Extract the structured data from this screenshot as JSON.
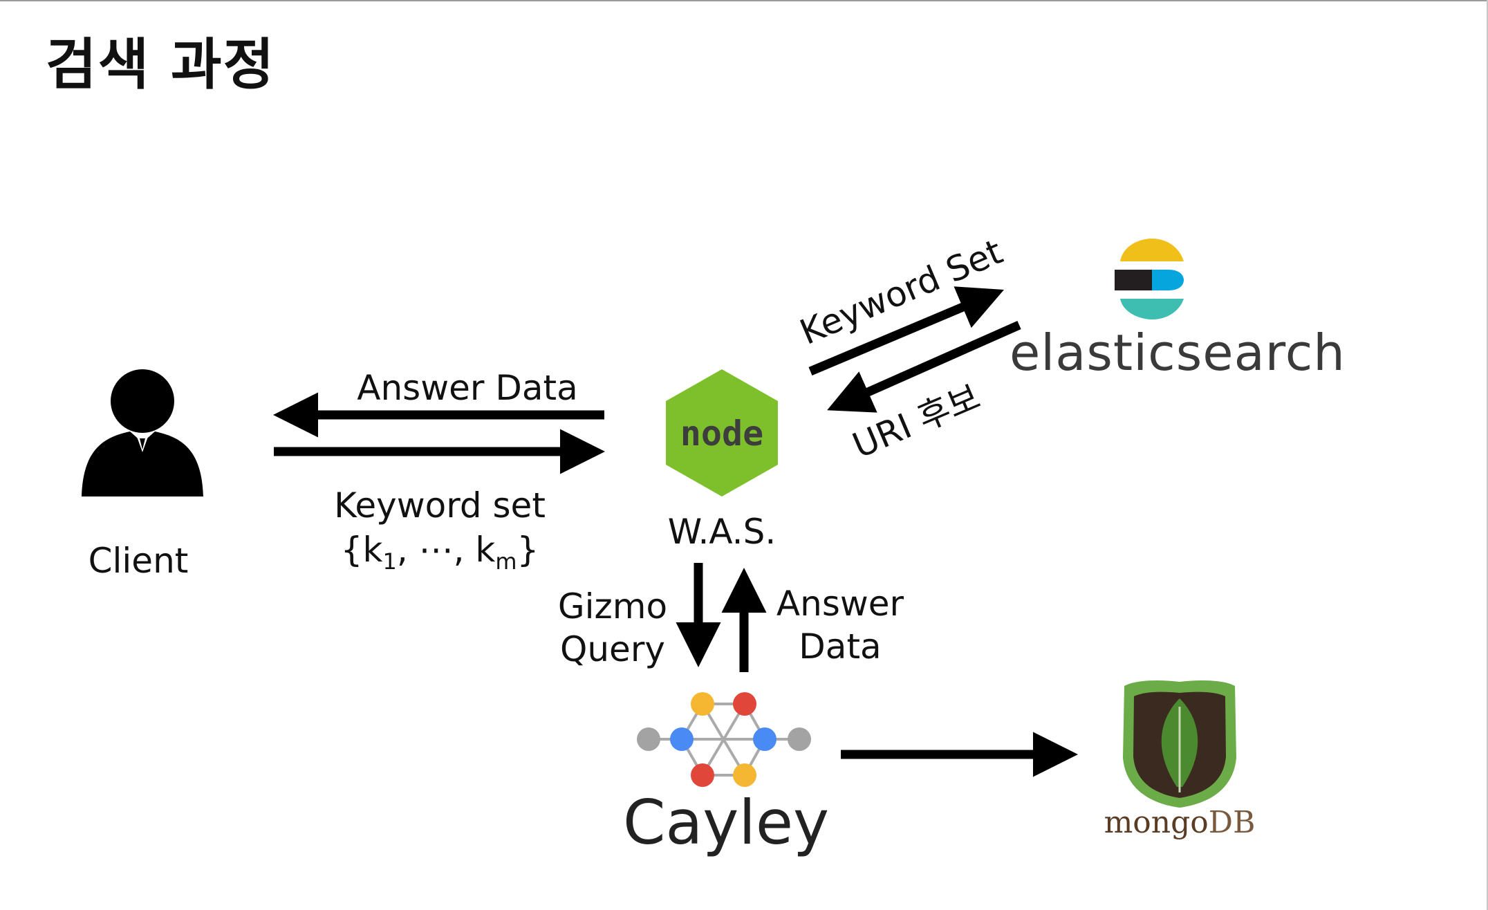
{
  "title": "검색 과정",
  "nodes": {
    "client": {
      "label": "Client",
      "icon": "person-icon"
    },
    "was": {
      "label": "W.A.S.",
      "logo_text": "node",
      "logo_color": "#7dc02c",
      "icon": "nodejs-logo"
    },
    "elasticsearch": {
      "label": "elasticsearch",
      "icon": "elasticsearch-logo",
      "colors": [
        "#f0bf1a",
        "#231f20",
        "#07a5de",
        "#3ebeb0"
      ]
    },
    "cayley": {
      "label": "Cayley",
      "icon": "cayley-graph-logo"
    },
    "mongodb": {
      "label_mongo": "mongo",
      "label_db": "DB",
      "icon": "mongodb-leaf-logo",
      "colors": [
        "#6cac48",
        "#3b2a1f",
        "#4b8a2f"
      ]
    }
  },
  "edges": {
    "client_was_top": {
      "label": "Answer Data"
    },
    "client_was_bottom": {
      "label": "Keyword set",
      "formula_open": "{k",
      "sub1": "1",
      "formula_mid": ", ⋯, k",
      "sub2": "m",
      "formula_close": "}"
    },
    "was_es_up": {
      "label": "Keyword Set"
    },
    "es_was_down": {
      "label": "URI 후보"
    },
    "was_cayley_down": {
      "line1": "Gizmo",
      "line2": "Query"
    },
    "cayley_was_up": {
      "line1": "Answer",
      "line2": "Data"
    },
    "cayley_mongodb": {
      "label": ""
    }
  }
}
